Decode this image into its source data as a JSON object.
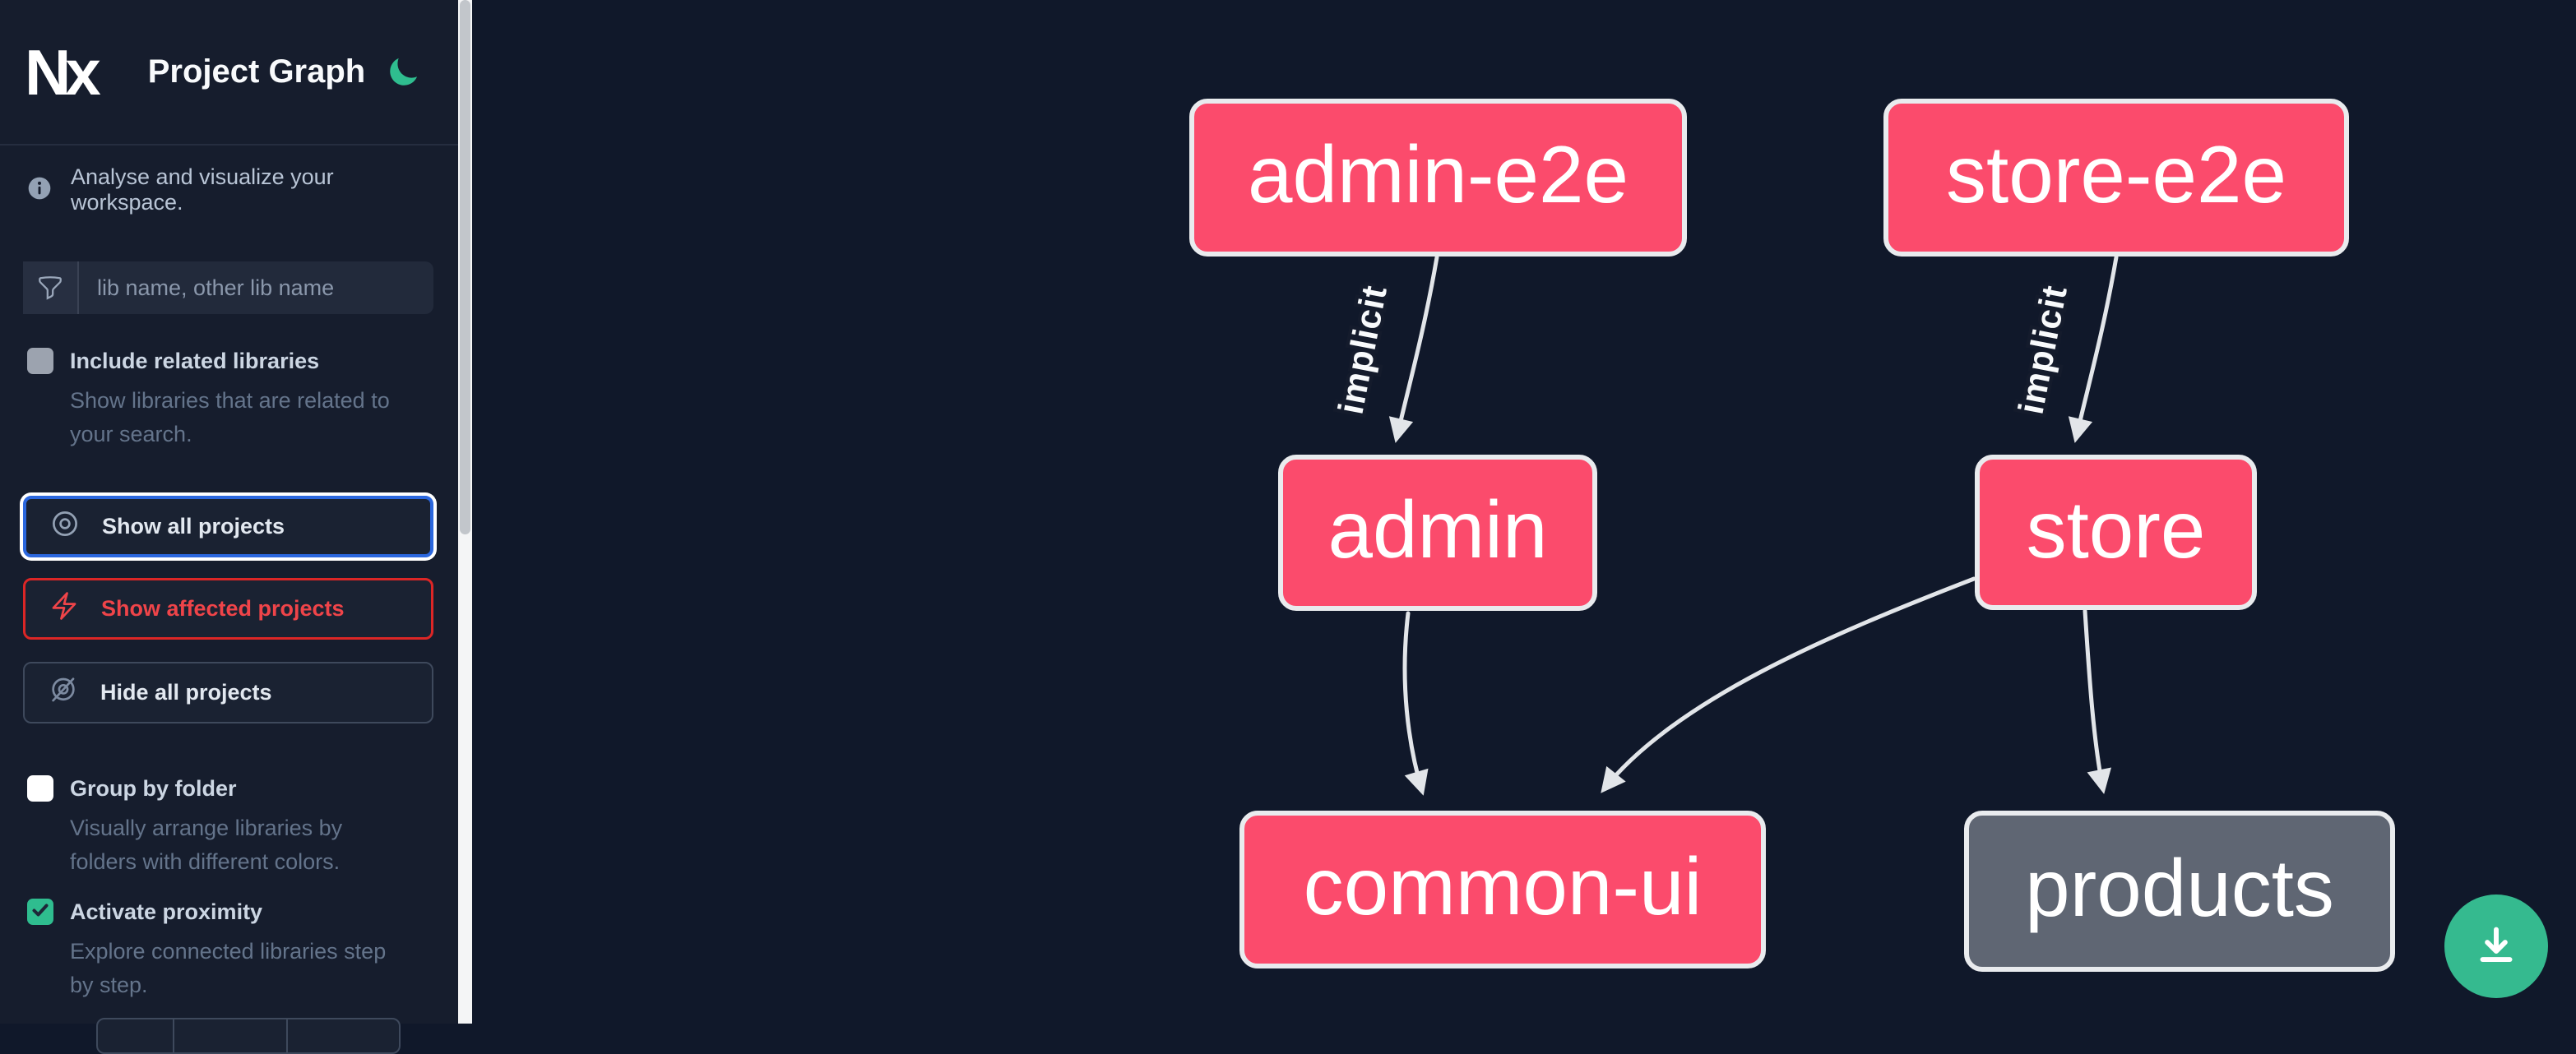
{
  "header": {
    "app_name": "Nx",
    "title": "Project Graph"
  },
  "sidebar": {
    "tagline": "Analyse and visualize your workspace.",
    "search": {
      "placeholder": "lib name, other lib name",
      "value": ""
    },
    "checkboxes": [
      {
        "label": "Include related libraries",
        "desc_lines": [
          "Show libraries that are related to",
          "your search."
        ],
        "checked": false
      },
      {
        "label": "Group by folder",
        "desc_lines": [
          "Visually arrange libraries by",
          "folders with different colors."
        ],
        "checked": false
      },
      {
        "label": "Activate proximity",
        "desc_lines": [
          "Explore connected libraries step",
          "by step."
        ],
        "checked": true
      }
    ],
    "buttons": [
      {
        "label": "Show all projects",
        "icon": "eye-icon",
        "state": "focused"
      },
      {
        "label": "Show affected projects",
        "icon": "lightning-icon",
        "state": "affected"
      },
      {
        "label": "Hide all projects",
        "icon": "eye-off-icon",
        "state": "default"
      }
    ]
  },
  "graph": {
    "nodes": [
      {
        "id": "admin-e2e",
        "label": "admin-e2e",
        "kind": "focused"
      },
      {
        "id": "store-e2e",
        "label": "store-e2e",
        "kind": "focused"
      },
      {
        "id": "admin",
        "label": "admin",
        "kind": "focused"
      },
      {
        "id": "store",
        "label": "store",
        "kind": "focused"
      },
      {
        "id": "common-ui",
        "label": "common-ui",
        "kind": "focused"
      },
      {
        "id": "products",
        "label": "products",
        "kind": "unfocused"
      }
    ],
    "edges": [
      {
        "source": "admin-e2e",
        "target": "admin",
        "label": "implicit"
      },
      {
        "source": "store-e2e",
        "target": "store",
        "label": "implicit"
      },
      {
        "source": "admin",
        "target": "common-ui",
        "label": ""
      },
      {
        "source": "store",
        "target": "common-ui",
        "label": ""
      },
      {
        "source": "store",
        "target": "products",
        "label": ""
      }
    ]
  },
  "colors": {
    "accent_green": "#35ba8f",
    "node_pink": "#fb4b6c",
    "node_gray": "#5f6673",
    "edge_gray": "#e2e5e9",
    "focus_blue": "#2b67de",
    "affected_red": "#dc2626"
  }
}
